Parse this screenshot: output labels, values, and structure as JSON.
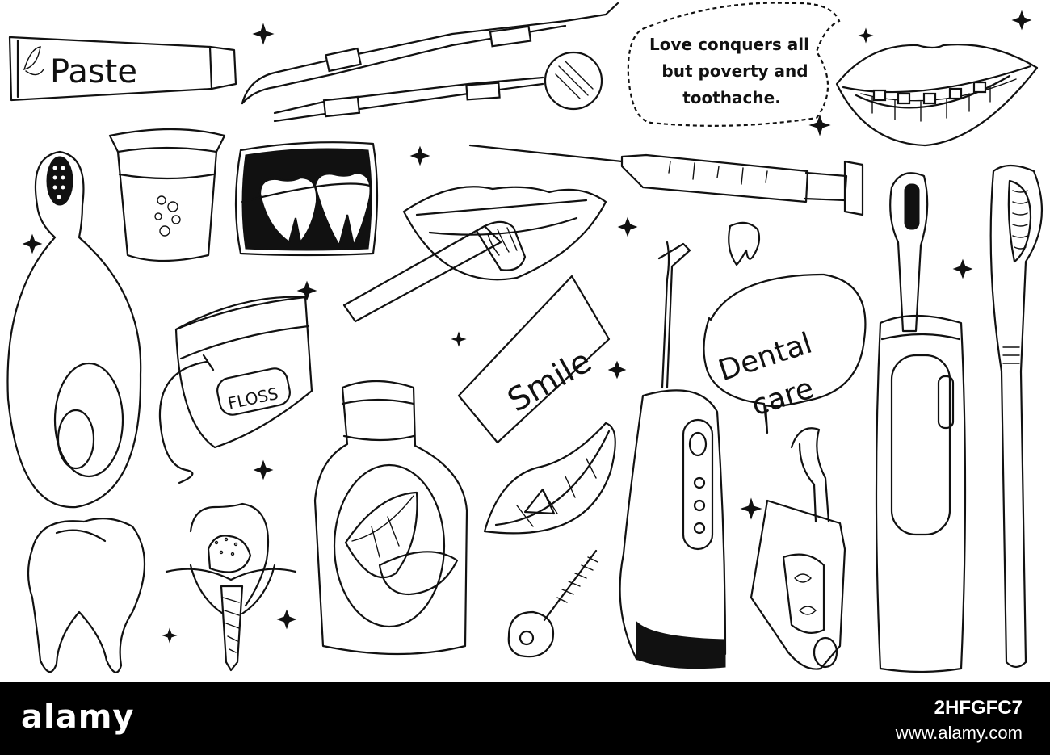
{
  "labels": {
    "paste": "Paste",
    "floss": "FLOSS",
    "smile": "Smile",
    "dental": "Dental",
    "care": "care"
  },
  "quote": {
    "line1": "Love conquers all",
    "line2": "but poverty and",
    "line3": "toothache."
  },
  "footer": {
    "logo": "alamy",
    "image_id": "2HFGFC7",
    "site": "www.alamy.com"
  },
  "colors": {
    "ink": "#111111",
    "background": "#ffffff",
    "footer": "#000000"
  }
}
